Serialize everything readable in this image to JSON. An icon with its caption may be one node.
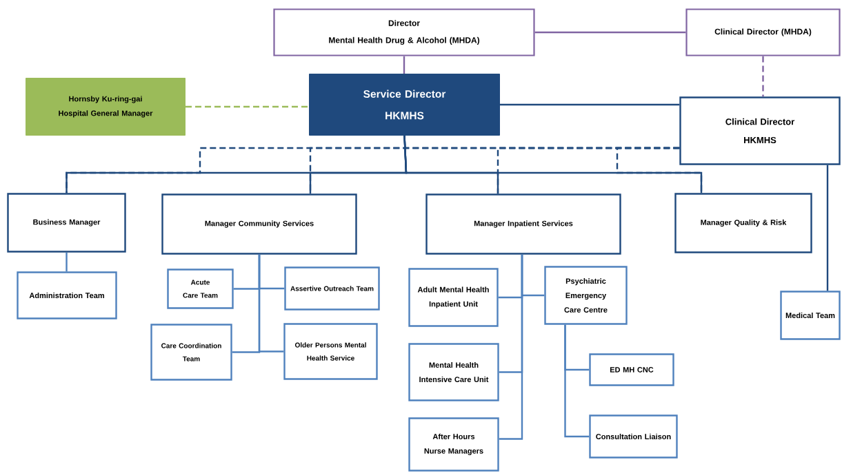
{
  "diagram": {
    "nodes": [
      {
        "text": [
          "Director",
          "Mental Health Drug & Alcohol (MHDA)"
        ]
      },
      {
        "text": [
          "Clinical Director (MHDA)"
        ]
      },
      {
        "text": [
          "Hornsby Ku-ring-gai Hospital General Manager"
        ]
      },
      {
        "text": [
          "Service Director",
          "HKMHS"
        ]
      },
      {
        "text": [
          "Clinical Director",
          "HKMHS"
        ]
      },
      {
        "text": [
          "Business Manager"
        ]
      },
      {
        "text": [
          "Manager Community Services"
        ]
      },
      {
        "text": [
          "Manager Inpatient Services"
        ]
      },
      {
        "text": [
          "Manager Quality & Risk"
        ]
      },
      {
        "text": [
          "Administration Team"
        ]
      },
      {
        "text": [
          "Acute Care Team"
        ]
      },
      {
        "text": [
          "Assertive Outreach Team"
        ]
      },
      {
        "text": [
          "Care Coordination Team"
        ]
      },
      {
        "text": [
          "Older Persons Mental Health Service"
        ]
      },
      {
        "text": [
          "Adult Mental Health Inpatient Unit"
        ]
      },
      {
        "text": [
          "Psychiatric Emergency Care Centre"
        ]
      },
      {
        "text": [
          "Mental Health Intensive Care Unit"
        ]
      },
      {
        "text": [
          "After Hours Nurse Managers"
        ]
      },
      {
        "text": [
          "ED MH CNC"
        ]
      },
      {
        "text": [
          "Consultation Liaison"
        ]
      },
      {
        "text": [
          "Medical Team"
        ]
      }
    ],
    "edges": [
      {
        "from": 0,
        "to": 1,
        "arrow": "none",
        "color": "#8064a2"
      },
      {
        "from": 0,
        "to": 3,
        "arrow": "none",
        "color": "#8064a2"
      },
      {
        "from": 1,
        "to": 4,
        "arrow": "none",
        "style": "dashed",
        "color": "#8064a2"
      },
      {
        "from": 2,
        "to": 3,
        "arrow": "none",
        "style": "dashed",
        "color": "#9bbb59"
      },
      {
        "from": 3,
        "to": 4,
        "arrow": "none",
        "color": "#1f497d"
      },
      {
        "from": 3,
        "to": 5,
        "arrow": "none",
        "color": "#1f497d"
      },
      {
        "from": 3,
        "to": 6,
        "arrow": "none",
        "color": "#1f497d"
      },
      {
        "from": 3,
        "to": 7,
        "arrow": "none",
        "color": "#1f497d"
      },
      {
        "from": 3,
        "to": 8,
        "arrow": "none",
        "color": "#1f497d"
      },
      {
        "from": 4,
        "to": 5,
        "arrow": "none",
        "style": "dashed",
        "color": "#1f497d"
      },
      {
        "from": 4,
        "to": 6,
        "arrow": "none",
        "style": "dashed",
        "color": "#1f497d"
      },
      {
        "from": 4,
        "to": 7,
        "arrow": "none",
        "style": "dashed",
        "color": "#1f497d"
      },
      {
        "from": 4,
        "to": 8,
        "arrow": "none",
        "style": "dashed",
        "color": "#1f497d"
      },
      {
        "from": 4,
        "to": 20,
        "arrow": "none",
        "color": "#1f497d"
      },
      {
        "from": 5,
        "to": 9,
        "arrow": "none"
      },
      {
        "from": 6,
        "to": 10,
        "arrow": "none"
      },
      {
        "from": 6,
        "to": 11,
        "arrow": "none"
      },
      {
        "from": 6,
        "to": 12,
        "arrow": "none"
      },
      {
        "from": 6,
        "to": 13,
        "arrow": "none"
      },
      {
        "from": 7,
        "to": 14,
        "arrow": "none"
      },
      {
        "from": 7,
        "to": 15,
        "arrow": "none"
      },
      {
        "from": 7,
        "to": 16,
        "arrow": "none"
      },
      {
        "from": 7,
        "to": 17,
        "arrow": "none"
      },
      {
        "from": 15,
        "to": 18,
        "arrow": "none"
      },
      {
        "from": 15,
        "to": 19,
        "arrow": "none"
      }
    ]
  }
}
